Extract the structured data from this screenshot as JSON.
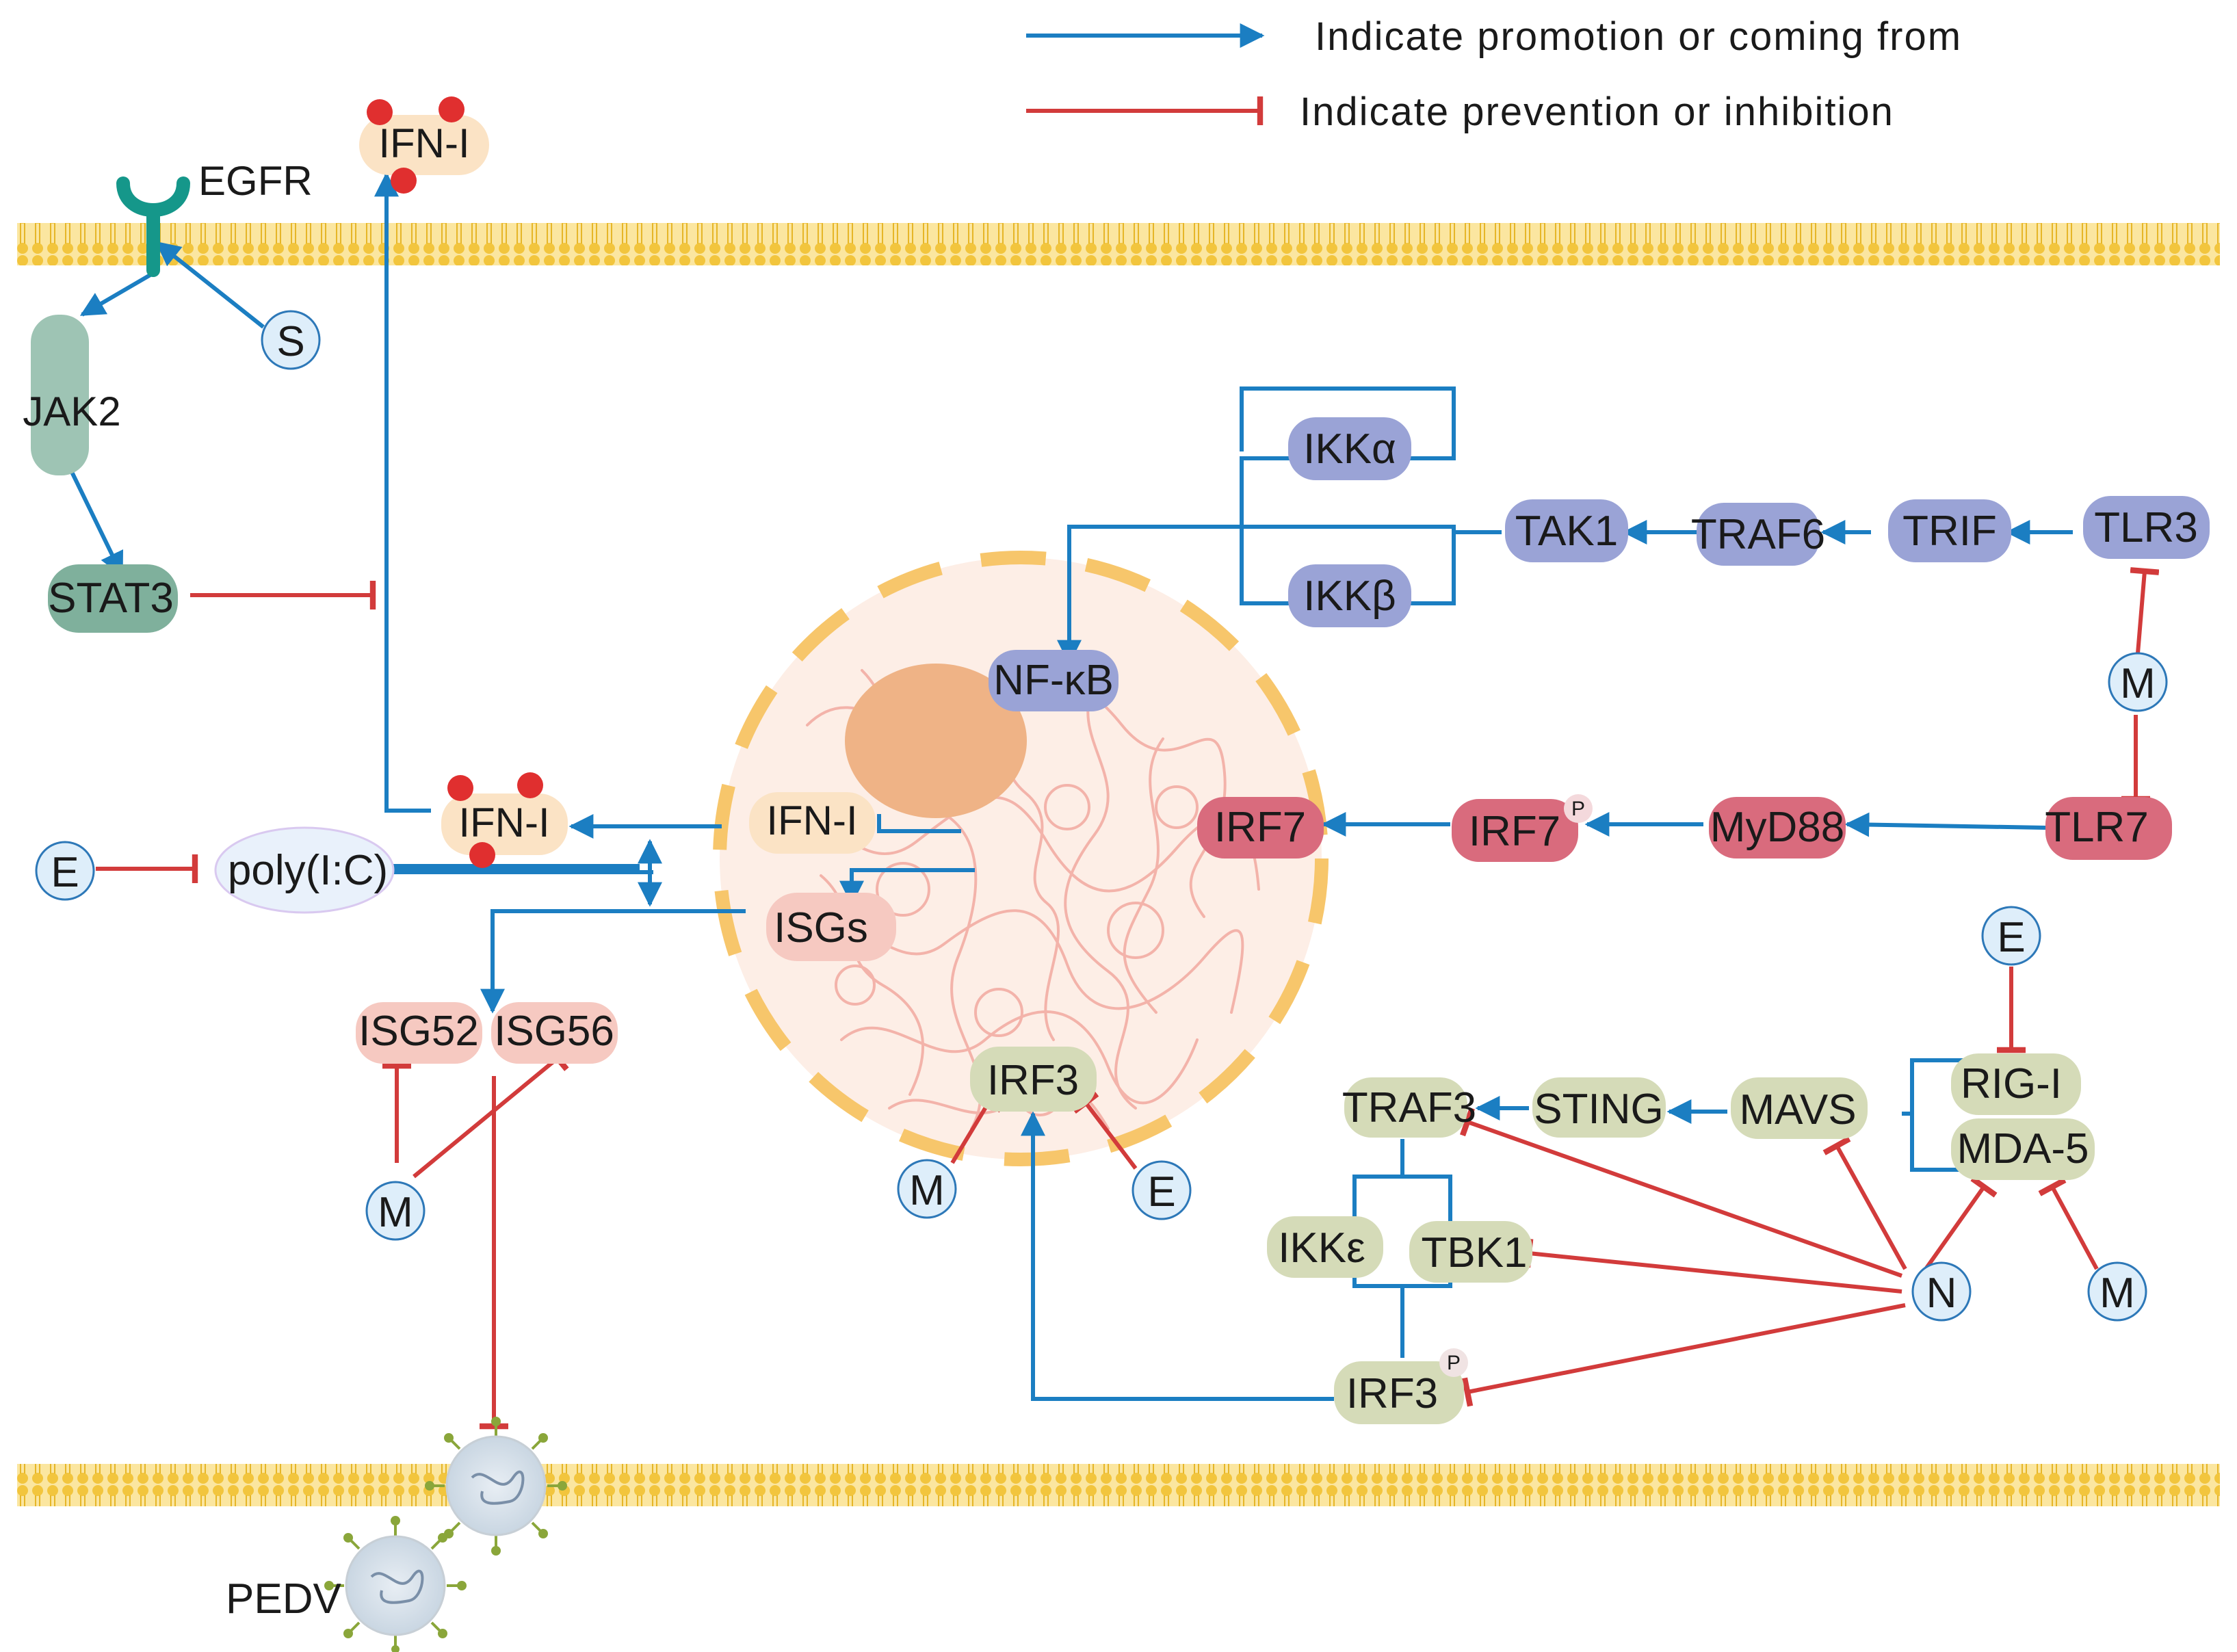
{
  "legend": {
    "promotion": "Indicate promotion or coming from",
    "inhibition": "Indicate prevention or inhibition"
  },
  "colors": {
    "promotion_arrow": "#1b7ec2",
    "inhibition_arrow": "#d23b3b",
    "membrane": "#f2c53d",
    "tlr3_pathway": "#9aa3d6",
    "tlr7_pathway": "#d96b7d",
    "rigi_pathway": "#d5dbb8",
    "egfr_pathway": "#7fb09c",
    "ifn": "#fbe3c5",
    "isg": "#f6c9c1",
    "viral_protein_circle": "#deeefa"
  },
  "nodes": {
    "egfr": "EGFR",
    "ifn_top": "IFN-I",
    "s": "S",
    "jak2": "JAK2",
    "stat3": "STAT3",
    "ikka": "IKKα",
    "ikkb": "IKKβ",
    "tak1": "TAK1",
    "traf6": "TRAF6",
    "trif": "TRIF",
    "tlr3": "TLR3",
    "m_tlr": "M",
    "nfkb": "NF-κB",
    "ifn_mid": "IFN-I",
    "ifn_nuc": "IFN-I",
    "e_poly": "E",
    "poly": "poly(I:C)",
    "isgs": "ISGs",
    "irf7": "IRF7",
    "irf7p": "IRF7",
    "irf7p_sup": "P",
    "myd88": "MyD88",
    "tlr7": "TLR7",
    "isg52": "ISG52",
    "isg56": "ISG56",
    "m_isg": "M",
    "irf3": "IRF3",
    "m_irf3": "M",
    "e_irf3": "E",
    "e_rig": "E",
    "rigi": "RIG-I",
    "mda5": "MDA-5",
    "traf3": "TRAF3",
    "sting": "STING",
    "mavs": "MAVS",
    "ikke": "IKKε",
    "tbk1": "TBK1",
    "n": "N",
    "m_mda5": "M",
    "irf3p": "IRF3",
    "irf3p_sup": "P",
    "pedv": "PEDV"
  }
}
